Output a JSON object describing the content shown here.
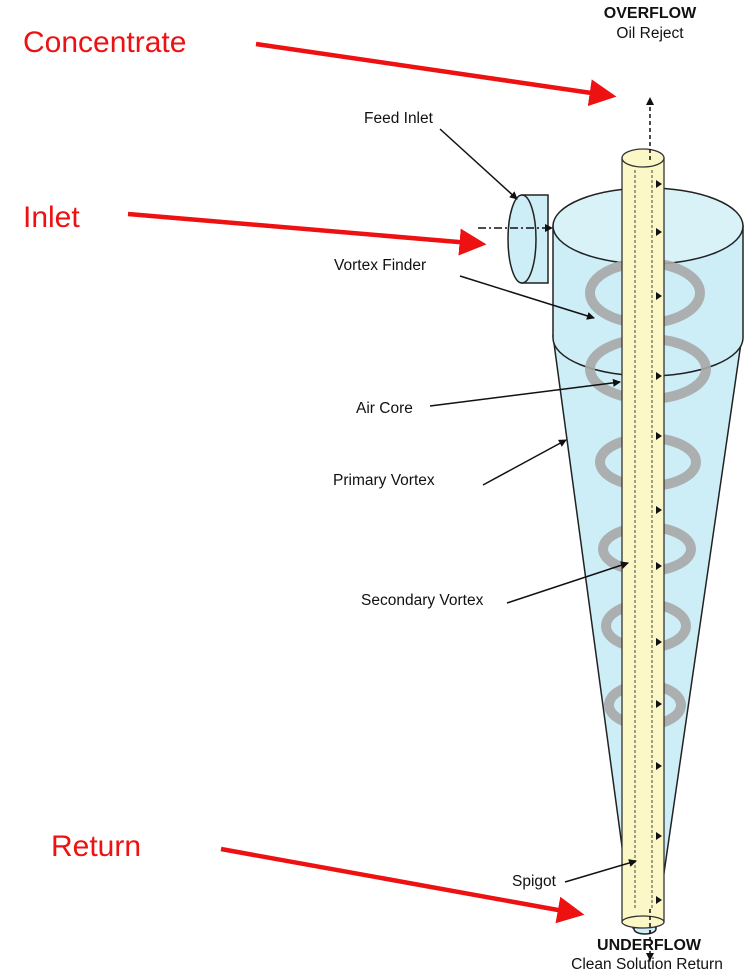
{
  "callouts": {
    "concentrate": "Concentrate",
    "inlet": "Inlet",
    "return": "Return"
  },
  "overflow": {
    "title": "OVERFLOW",
    "subtitle": "Oil Reject"
  },
  "underflow": {
    "title": "UNDERFLOW",
    "subtitle": "Clean  Solution Return"
  },
  "labels": {
    "feed_inlet": "Feed Inlet",
    "vortex_finder": "Vortex Finder",
    "air_core": "Air Core",
    "primary_vortex": "Primary Vortex",
    "secondary_vortex": "Secondary Vortex",
    "spigot": "Spigot"
  },
  "colors": {
    "arrow_red": "#ee1111",
    "body_fill": "#cdeef6",
    "core_fill": "#fbf7c6",
    "vortex_grey": "#a9a9a9"
  }
}
